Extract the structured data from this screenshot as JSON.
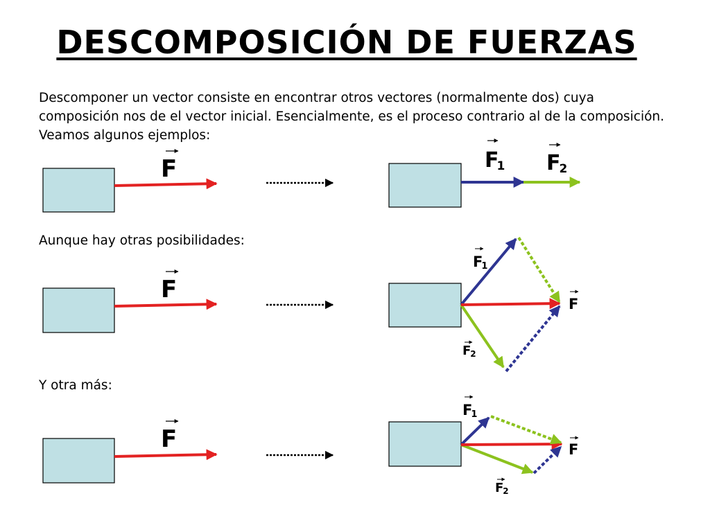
{
  "title": "DESCOMPOSICIÓN DE FUERZAS",
  "intro": "Descomponer un vector consiste en encontrar otros vectores (normalmente dos) cuya composición nos de el vector inicial. Esencialmente, es el proceso contrario al de la composición. Veamos algunos ejemplos:",
  "sections": [
    {
      "label": ""
    },
    {
      "label": "Aunque hay otras posibilidades:"
    },
    {
      "label": "Y otra más:"
    }
  ],
  "vector_labels": {
    "F": "F",
    "F1": {
      "letter": "F",
      "sub": "1"
    },
    "F2": {
      "letter": "F",
      "sub": "2"
    }
  },
  "colors": {
    "box_fill": "#bfe0e4",
    "box_stroke": "#000000",
    "force_F": "#e32222",
    "force_F1": "#2e3592",
    "force_F2": "#8cc21e",
    "arrow_dots": "#000000"
  }
}
